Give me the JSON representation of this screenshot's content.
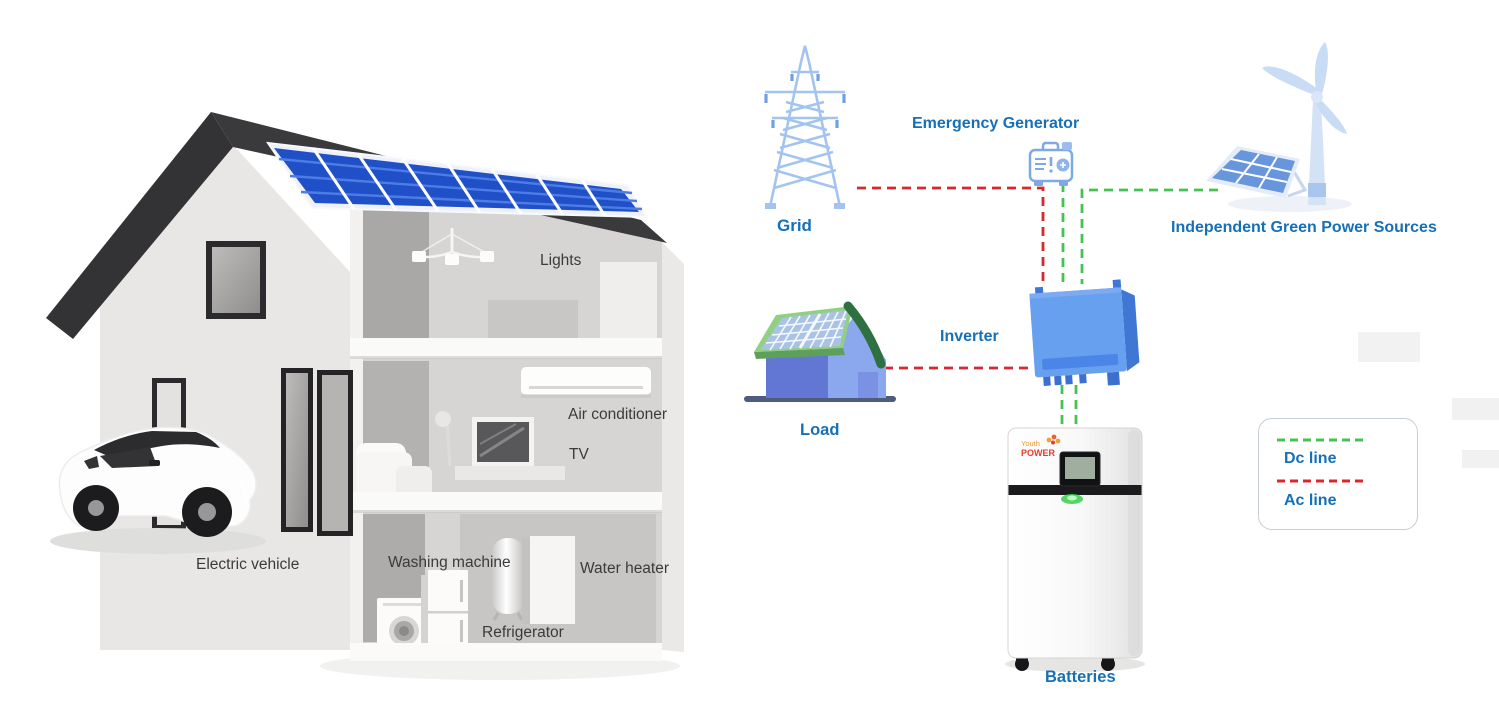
{
  "house_scene": {
    "labels": {
      "lights": "Lights",
      "air_conditioner": "Air conditioner",
      "tv": "TV",
      "electric_vehicle": "Electric vehicle",
      "washing_machine": "Washing machine",
      "refrigerator": "Refrigerator",
      "water_heater": "Water heater"
    }
  },
  "diagram": {
    "nodes": {
      "grid": "Grid",
      "emergency_generator": "Emergency Generator",
      "green_sources": "Independent Green Power Sources",
      "inverter": "Inverter",
      "load": "Load",
      "batteries": "Batteries"
    },
    "battery_unit": {
      "brand_line1": "Youth",
      "brand_line2": "POWER"
    },
    "legend": {
      "dc_label": "Dc line",
      "ac_label": "Ac line"
    },
    "colors": {
      "label_blue": "#1670b8",
      "dc_line_green": "#45c351",
      "ac_line_red": "#d8282e",
      "inverter_blue": "#68a0f0",
      "solar_panel_blue": "#2050c8",
      "roof_dark": "#3a3a3c",
      "load_roof_green": "#90d080",
      "load_wall_blue": "#6277d4",
      "icon_light_blue": "#a3c4f0"
    },
    "icons": {
      "grid": "transmission-tower-icon",
      "emergency_generator": "portable-generator-icon",
      "green_sources": "wind-turbine-solar-panel-icon",
      "load": "solar-home-icon",
      "inverter": "inverter-box-icon",
      "batteries": "battery-tower-icon"
    }
  }
}
